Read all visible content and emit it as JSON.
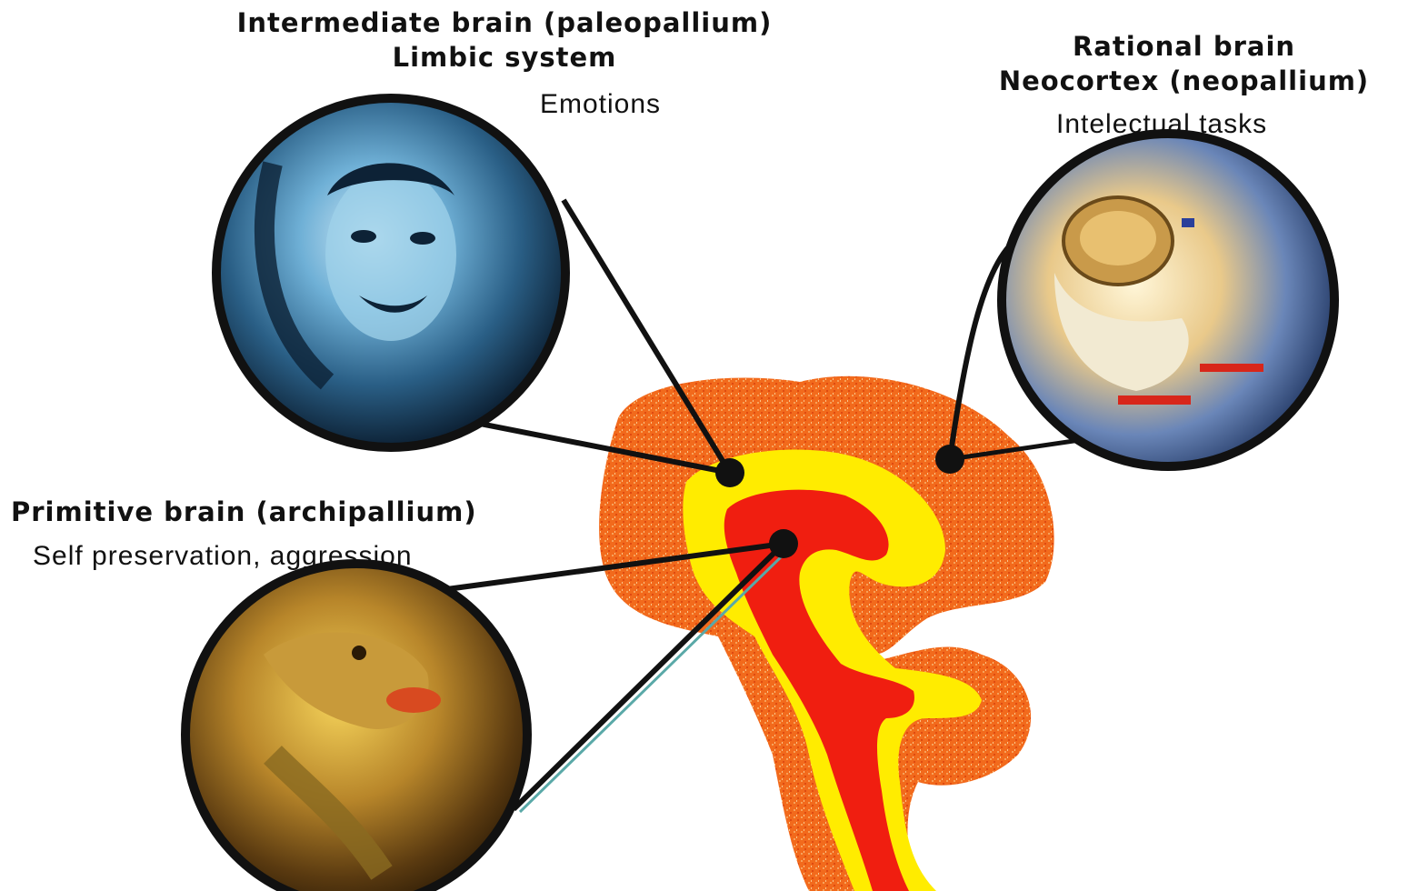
{
  "labels": {
    "intermediate": {
      "title_line1": "Intermediate brain (paleopallium)",
      "title_line2": "Limbic system",
      "function": "Emotions"
    },
    "rational": {
      "title_line1": "Rational brain",
      "title_line2": "Neocortex (neopallium)",
      "function": "Intelectual tasks"
    },
    "primitive": {
      "title": "Primitive brain (archipallium)",
      "function": "Self preservation, aggression"
    }
  },
  "colors": {
    "neocortex": "#f26a1c",
    "limbic": "#ffec00",
    "primitive": "#f01e10",
    "outline": "#111111",
    "connector_teal": "#5aa9a8"
  },
  "icons": {
    "intermediate_photo": "crying-face-photo",
    "rational_photo": "astronaut-photo",
    "primitive_photo": "lizard-photo"
  }
}
